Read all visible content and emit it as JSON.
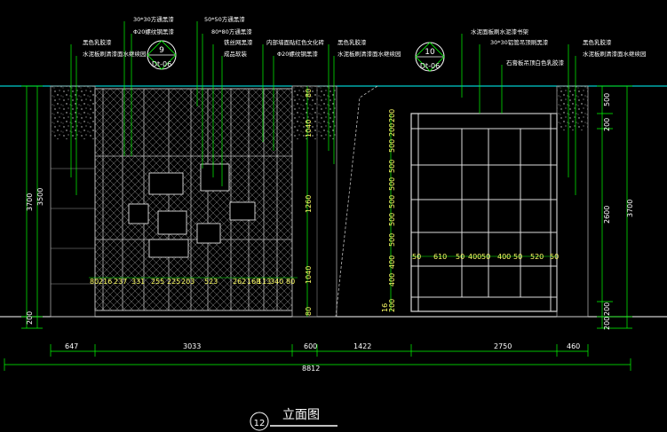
{
  "drawing": {
    "title": "立面图",
    "number": "12",
    "tags": [
      {
        "top": "9",
        "bottom": "Dt-06"
      },
      {
        "top": "10",
        "bottom": "Dt-06"
      }
    ],
    "annotations_left": [
      "30*30方通黑漆",
      "Φ20螺纹钢黑漆",
      "50*50方通黑漆",
      "80*80方通黑漆",
      "黑色乳胶漆",
      "水泥板刷清漆面水继续园",
      "铁丝网黑漆",
      "内部墙面贴红色文化砖",
      "成品软装",
      "Φ20螺纹钢黑漆",
      "黑色乳胶漆",
      "水泥板刷清漆面水继续园"
    ],
    "annotations_right": [
      "水泥面板刷水泥漆书架",
      "30*30铝管吊顶刷黑漆",
      "黑色乳胶漆",
      "水泥板刷清漆面水继续园",
      "石膏板吊顶白色乳胶漆"
    ],
    "bottom_dims": [
      "647",
      "3033",
      "600",
      "1422",
      "2750",
      "460"
    ],
    "total_dim": "8812",
    "left_dims": [
      "3700",
      "3500",
      "200"
    ],
    "right_dims": [
      "500",
      "200",
      "2600",
      "3700",
      "200",
      "200"
    ],
    "mid_vert_dims": [
      "80",
      "1040",
      "1260",
      "1040",
      "80"
    ],
    "shelf_vert_dims": [
      "200",
      "200",
      "500",
      "500",
      "500",
      "500",
      "500",
      "500",
      "400",
      "400",
      "16",
      "200"
    ],
    "left_panel_dims": [
      "80",
      "216",
      "237",
      "331",
      "255",
      "225",
      "203",
      "523",
      "262",
      "168",
      "113",
      "340",
      "80"
    ],
    "shelf_horiz_dims": [
      "50",
      "610",
      "50",
      "400",
      "50",
      "400",
      "50",
      "520",
      "50"
    ]
  }
}
